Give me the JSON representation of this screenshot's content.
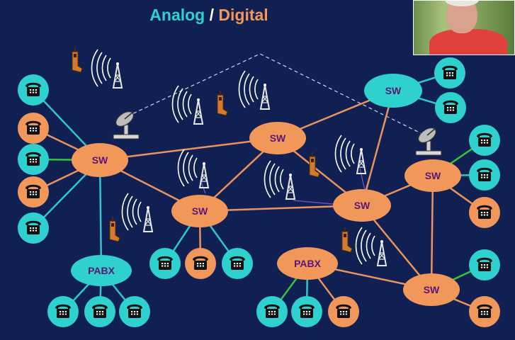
{
  "title": {
    "analog": "Analog",
    "separator": "/",
    "digital": "Digital"
  },
  "colors": {
    "background": "#112052",
    "analog": "#2fd1cf",
    "digital": "#f2975a",
    "label_text": "#5a1677",
    "link_orange": "#e9935e",
    "link_cyan": "#2fc7c9",
    "link_green": "#36c23b"
  },
  "nodes": {
    "sw_left": "SW",
    "sw_center_left": "SW",
    "sw_center_top": "SW",
    "sw_top_right": "SW",
    "sw_center_right": "SW",
    "sw_right": "SW",
    "sw_bottom_right": "SW",
    "pabx_left": "PABX",
    "pabx_center": "PABX"
  },
  "phone_icon": "telephone-icon",
  "tower_icon": "radio-tower-icon",
  "mobile_icon": "mobile-phone-icon",
  "dish_icon": "satellite-dish-icon",
  "photo": "presenter-photo"
}
